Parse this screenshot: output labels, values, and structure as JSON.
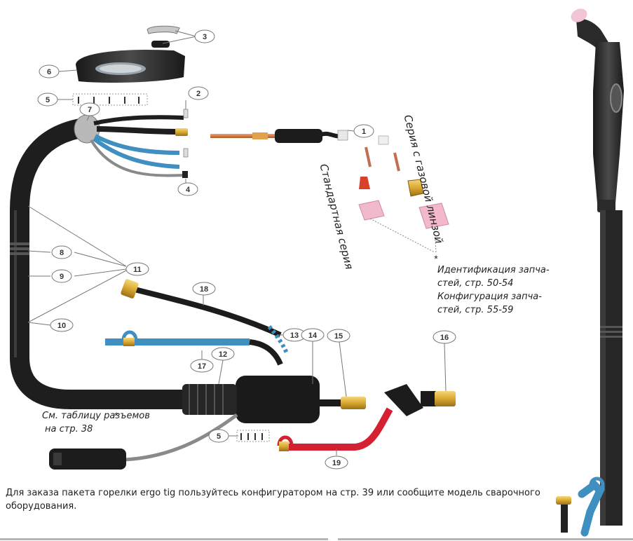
{
  "callouts": [
    "1",
    "2",
    "3",
    "4",
    "5",
    "6",
    "7",
    "8",
    "9",
    "10",
    "11",
    "12",
    "13",
    "14",
    "15",
    "16",
    "17",
    "18",
    "19"
  ],
  "callout_5b": "5",
  "series_gas_lens": "Серия с газовой линзой",
  "series_standard": "Стандартная серия",
  "ident_lines": [
    "Идентификация запча-",
    "стей, стр. 50-54"
  ],
  "config_lines": [
    "Конфигурация запча-",
    "стей, стр. 55-59"
  ],
  "connector_lines": [
    "См. таблицу разъемов",
    "на стр. 38"
  ],
  "asterisk": "*",
  "order_note": "Для заказа пакета горелки ergo tig пользуйтесь конфигуратором на стр. 39 или сообщите модель сварочного оборудования.",
  "colors": {
    "hose_black": "#1e1e1e",
    "hose_blue": "#3f8fc0",
    "hose_red": "#d42030",
    "brass": "#d9a830",
    "cup_pink": "#f2b8cc",
    "gray_cable": "#8a8a8a"
  }
}
